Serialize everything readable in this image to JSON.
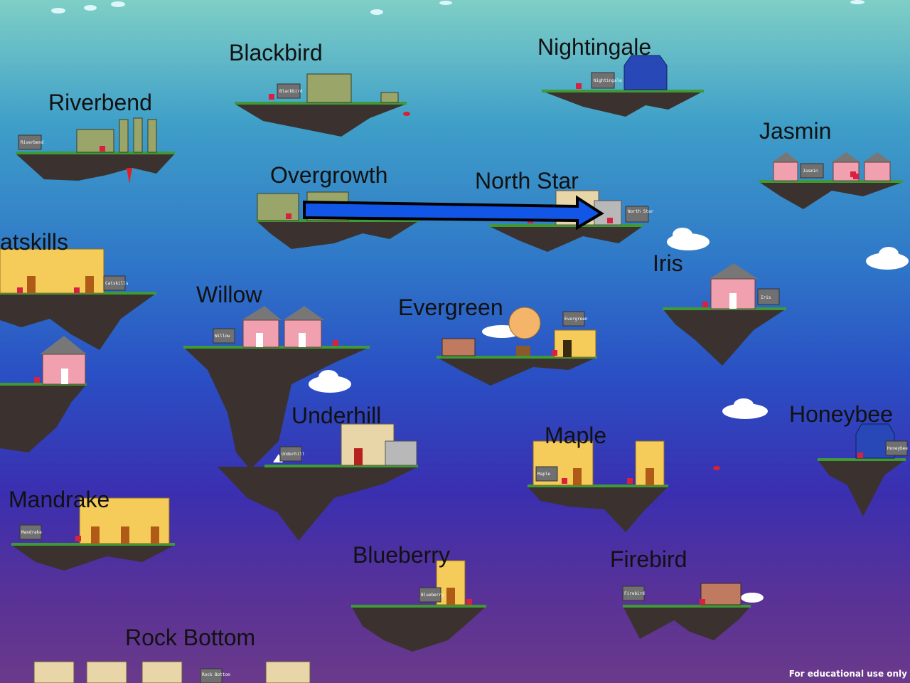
{
  "islands": [
    {
      "id": "riverbend",
      "name": "Riverbend"
    },
    {
      "id": "blackbird",
      "name": "Blackbird"
    },
    {
      "id": "nightingale",
      "name": "Nightingale"
    },
    {
      "id": "jasmin",
      "name": "Jasmin"
    },
    {
      "id": "overgrowth",
      "name": "Overgrowth"
    },
    {
      "id": "north-star",
      "name": "North Star"
    },
    {
      "id": "catskills",
      "name": "atskills"
    },
    {
      "id": "iris",
      "name": "Iris"
    },
    {
      "id": "willow",
      "name": "Willow"
    },
    {
      "id": "evergreen",
      "name": "Evergreen"
    },
    {
      "id": "underhill",
      "name": "Underhill"
    },
    {
      "id": "maple",
      "name": "Maple"
    },
    {
      "id": "honeybee",
      "name": "Honeybee"
    },
    {
      "id": "mandrake",
      "name": "Mandrake"
    },
    {
      "id": "blueberry",
      "name": "Blueberry"
    },
    {
      "id": "firebird",
      "name": "Firebird"
    },
    {
      "id": "rock-bottom",
      "name": "Rock Bottom"
    }
  ],
  "signs": {
    "riverbend": "Riverbend",
    "blackbird": "Blackbird",
    "nightingale": "Nightingale",
    "jasmin": "Jasmin",
    "north_star": "North Star",
    "catskills": "Catskills",
    "iris": "Iris",
    "willow": "Willow",
    "evergreen": "Evergreen",
    "underhill": "Underhill",
    "maple": "Maple",
    "honeybee": "Honeybee",
    "mandrake": "Mandrake",
    "blueberry": "Blueberry",
    "firebird": "Firebird",
    "rock_bottom": "Rock Bottom"
  },
  "watermark": "For educational use only",
  "colors": {
    "rock": "#3b3230",
    "grass": "#3e9a36",
    "arrow": "#1256e8",
    "sign": "#707070"
  }
}
